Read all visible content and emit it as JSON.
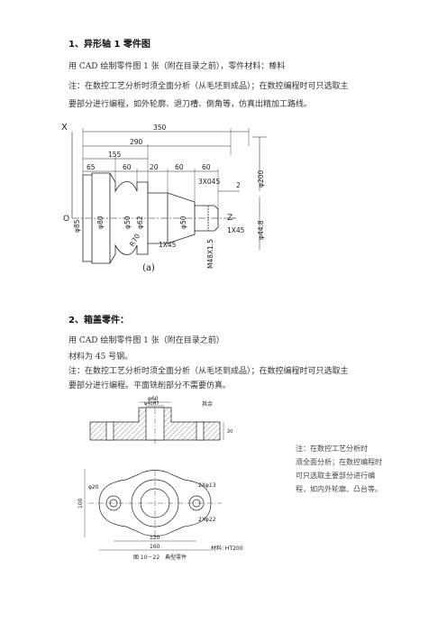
{
  "section1": {
    "heading": "1、异形轴 1 零件图",
    "line1": "用 CAD 绘制零件图 1 张（附在目录之前），零件材料：棒料",
    "line2": "注：在数控工艺分析时须全面分析（从毛坯到成品）；在数控编程时可只选取主",
    "line3": "要部分进行编程，如外轮廓、退刀槽、倒角等，仿真出精加工路线。",
    "drawing": {
      "axis_x": "X",
      "axis_z": "Z",
      "origin": "O",
      "d350": "350",
      "d290": "290",
      "d155": "155",
      "d65": "65",
      "d60a": "60",
      "d20": "20",
      "d60b": "60",
      "d60c": "60",
      "chamfer1": "3X045",
      "d2": "2",
      "phi200": "φ200",
      "phi85": "φ85",
      "phi80": "φ80",
      "phi50a": "φ50",
      "phi62": "φ62",
      "phi50b": "φ50",
      "phi448": "φ44.8",
      "r70": "R70",
      "c1": "1X45",
      "c2": "1X45",
      "thread": "M48X1.5",
      "caption": "(a)"
    }
  },
  "section2": {
    "heading": "2、箱盖零件：",
    "line1": "用 CAD 绘制零件图 1 张（附在目录之前）",
    "line2": "材料为 45 号钢。",
    "line3": "注：在数控工艺分析时须全面分析（从毛坯到成品）；在数控编程时可只选取主",
    "line4": "要部分进行编程。平面铣削部分不需要仿真。",
    "drawing": {
      "phi60": "φ60",
      "phi40": "φ40H7",
      "rest": "其余",
      "d20": "20",
      "phi20": "φ20",
      "holes": "2Xφ13",
      "cbore": "2Xφ22",
      "d120": "120",
      "d160": "160",
      "d100": "100",
      "material": "材料: HT200",
      "figcap": "图 10－22　典型零件"
    },
    "side_note": [
      "注：在数控工艺分析时",
      "须全面分析；在数控编程时",
      "可只选取主要部分进行编",
      "程，如内外轮廓、凸台等。"
    ]
  }
}
